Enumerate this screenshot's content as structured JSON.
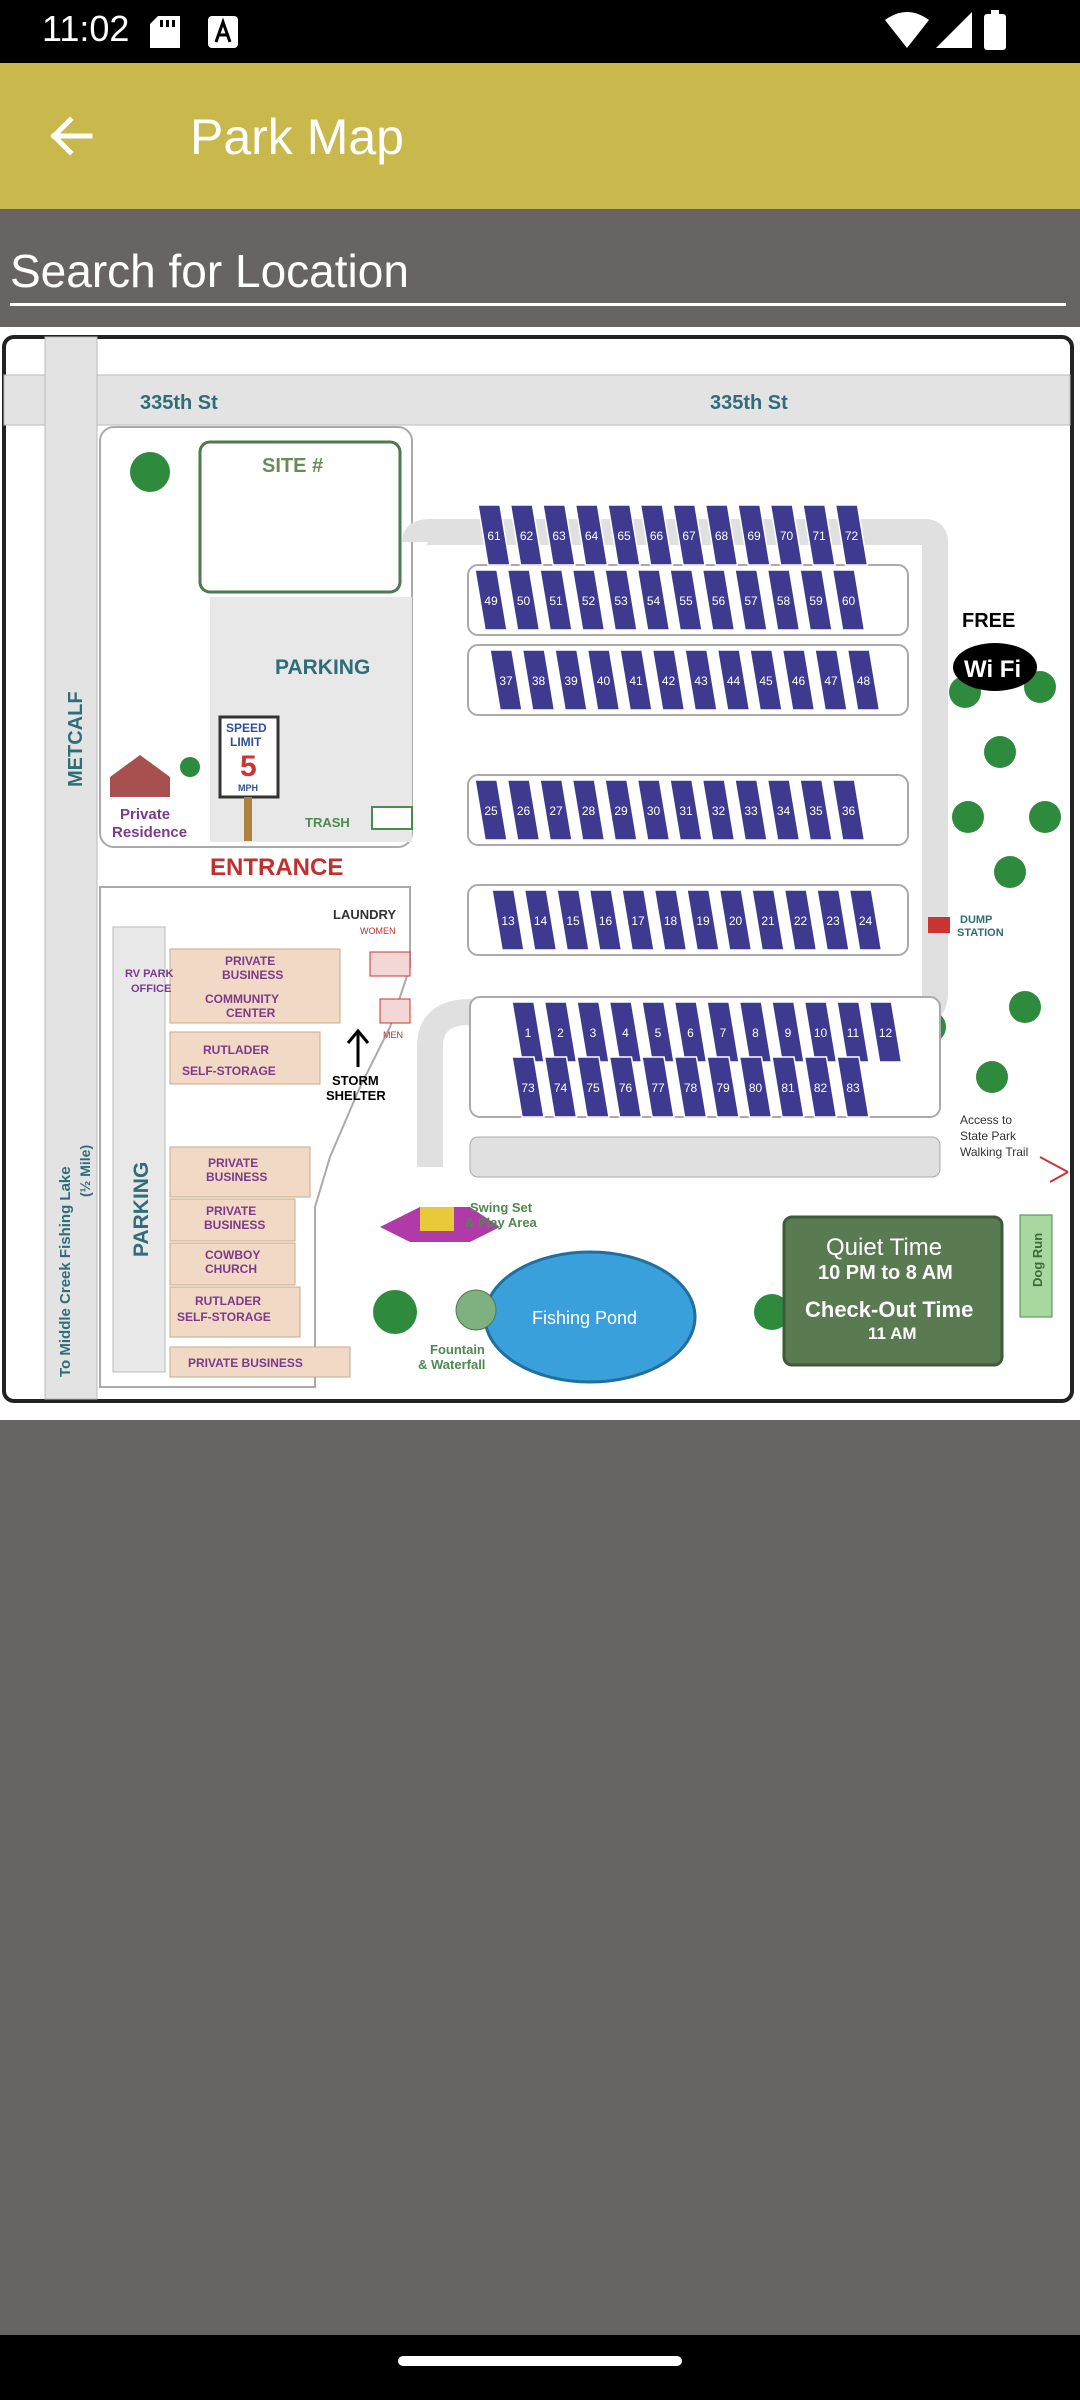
{
  "status_bar": {
    "time": "11:02"
  },
  "app_bar": {
    "title": "Park Map",
    "back_icon": "arrow-back-icon"
  },
  "search": {
    "placeholder": "Search for Location",
    "value": ""
  },
  "map": {
    "streets": [
      "335th St",
      "335th St",
      "METCALF"
    ],
    "site_label": "SITE #",
    "parking_labels": [
      "PARKING",
      "PARKING"
    ],
    "speed_limit": {
      "line1": "SPEED",
      "line2": "LIMIT",
      "value": "5",
      "unit": "MPH"
    },
    "trash": "TRASH",
    "entrance": "ENTRANCE",
    "private_residence": [
      "Private",
      "Residence"
    ],
    "laundry": "LAUNDRY",
    "women": "WOMEN",
    "men": "MEN",
    "rv_park_office": [
      "RV PARK",
      "OFFICE"
    ],
    "private_business_top": [
      "PRIVATE",
      "BUSINESS"
    ],
    "community_center": [
      "COMMUNITY",
      "CENTER"
    ],
    "rutlader_top": [
      "RUTLADER",
      "SELF-STORAGE"
    ],
    "storm_shelter": [
      "STORM",
      "SHELTER"
    ],
    "lower_businesses": [
      [
        "PRIVATE",
        "BUSINESS"
      ],
      [
        "PRIVATE",
        "BUSINESS"
      ],
      [
        "COWBOY",
        "CHURCH"
      ],
      [
        "RUTLADER",
        "SELF-STORAGE"
      ]
    ],
    "private_business_bottom": "PRIVATE BUSINESS",
    "fishing_lake": "To Middle Creek Fishing Lake",
    "fishing_lake_distance": "(½ Mile)",
    "swing_set": [
      "Swing Set",
      "& Play Area"
    ],
    "fishing_pond": "Fishing Pond",
    "fountain": [
      "Fountain",
      "& Waterfall"
    ],
    "quiet_time": "Quiet Time",
    "quiet_time_hours": "10 PM  to 8 AM",
    "checkout_time": "Check-Out Time",
    "checkout_hour": "11 AM",
    "dog_run": "Dog Run",
    "free_wifi": "FREE",
    "wifi": "Wi Fi",
    "dump_station": [
      "DUMP",
      "STATION"
    ],
    "trail_access": [
      "Access to",
      "State Park",
      "Walking Trail"
    ],
    "site_rows": [
      [
        "61",
        "62",
        "63",
        "64",
        "65",
        "66",
        "67",
        "68",
        "69",
        "70",
        "71",
        "72"
      ],
      [
        "49",
        "50",
        "51",
        "52",
        "53",
        "54",
        "55",
        "56",
        "57",
        "58",
        "59",
        "60"
      ],
      [
        "37",
        "38",
        "39",
        "40",
        "41",
        "42",
        "43",
        "44",
        "45",
        "46",
        "47",
        "48"
      ],
      [
        "25",
        "26",
        "27",
        "28",
        "29",
        "30",
        "31",
        "32",
        "33",
        "34",
        "35",
        "36"
      ],
      [
        "13",
        "14",
        "15",
        "16",
        "17",
        "18",
        "19",
        "20",
        "21",
        "22",
        "23",
        "24"
      ],
      [
        "1",
        "2",
        "3",
        "4",
        "5",
        "6",
        "7",
        "8",
        "9",
        "10",
        "11",
        "12"
      ],
      [
        "73",
        "74",
        "75",
        "76",
        "77",
        "78",
        "79",
        "80",
        "81",
        "82",
        "83"
      ]
    ]
  }
}
